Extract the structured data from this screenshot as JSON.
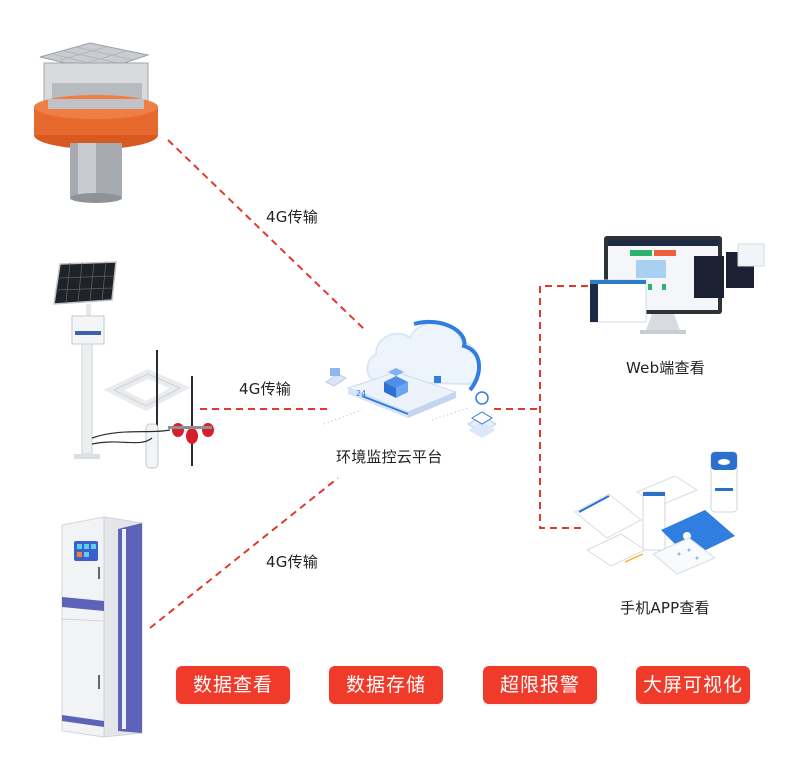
{
  "diagram": {
    "devices": [
      {
        "name": "Buoy water quality monitoring station",
        "link_label": "4G传输"
      },
      {
        "name": "Solar-powered pole monitoring station",
        "link_label": "4G传输"
      },
      {
        "name": "Cabinet monitoring station",
        "link_label": "4G传输"
      }
    ],
    "platform": {
      "label": "环境监控云平台",
      "badge": "24"
    },
    "outputs": [
      {
        "label": "Web端查看"
      },
      {
        "label": "手机APP查看"
      }
    ],
    "features": [
      {
        "label": "数据查看"
      },
      {
        "label": "数据存储"
      },
      {
        "label": "超限报警"
      },
      {
        "label": "大屏可视化"
      }
    ]
  },
  "colors": {
    "link": "#e03a2e",
    "button": "#f03a2a",
    "cloud_accent": "#2f7ee0",
    "buoy_orange": "#e8692e",
    "cabinet_purple": "#5c63b8"
  }
}
